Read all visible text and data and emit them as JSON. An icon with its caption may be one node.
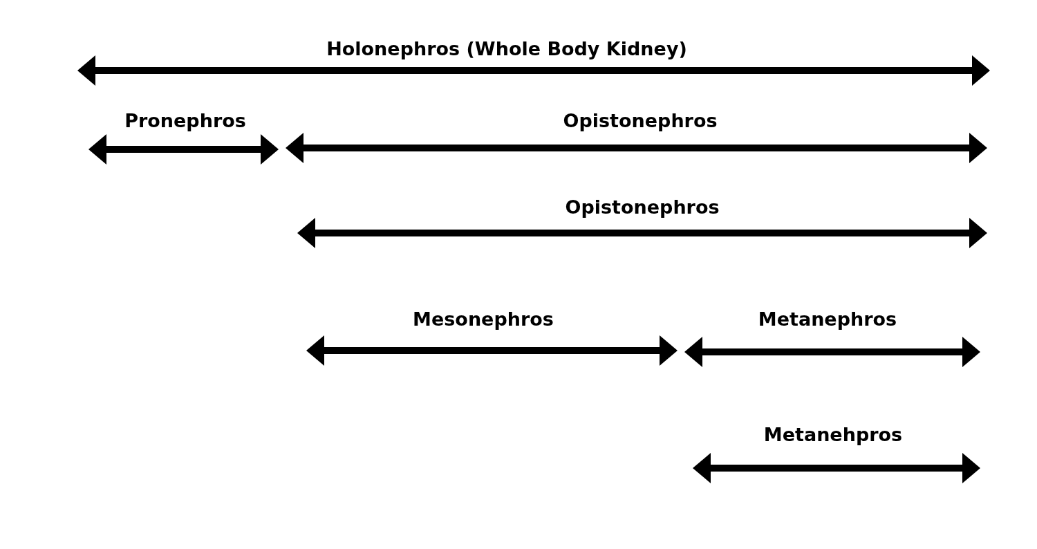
{
  "diagram": {
    "labels": [
      "Holonephros (Whole Body Kidney)",
      "Pronephros",
      "Opistonephros",
      "Opistonephros",
      "Mesonephros",
      "Metanephros",
      "Metanehpros"
    ]
  }
}
